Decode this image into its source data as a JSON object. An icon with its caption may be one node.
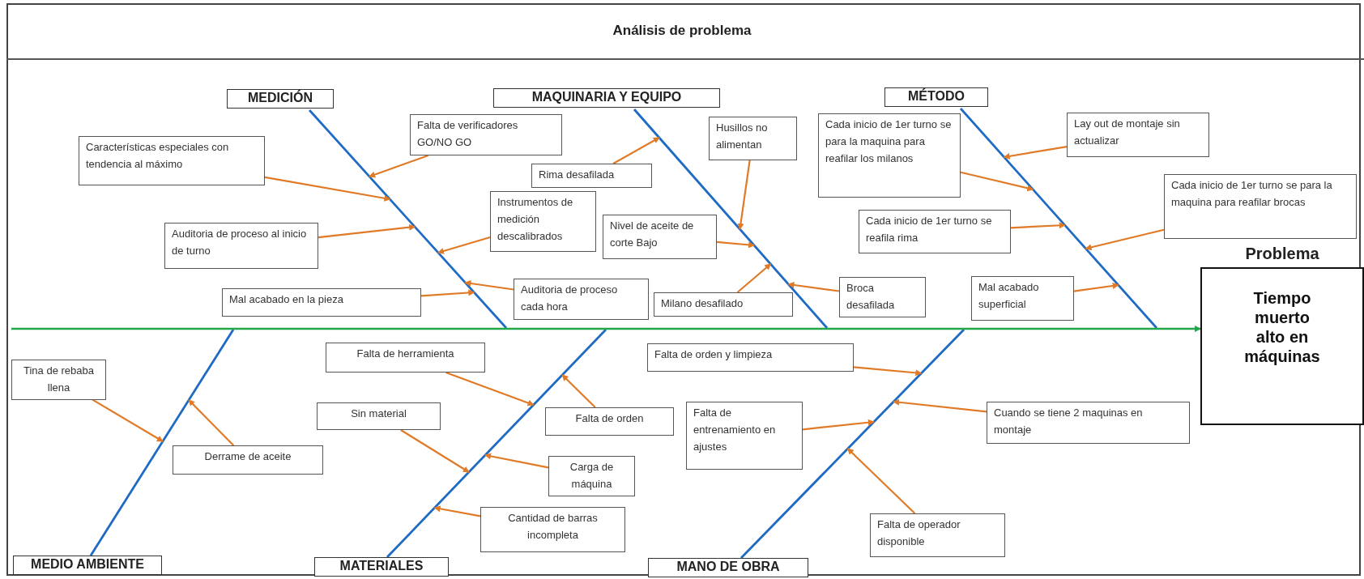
{
  "diagram": {
    "title": "Análisis de problema",
    "nodes": [
      {
        "text": [
          "MEDICIÓN"
        ]
      },
      {
        "text": [],
        "shape": "line"
      },
      {
        "text": [
          "Características especiales con tendencia al máximo"
        ]
      },
      {
        "text": [
          "Falta de verificadores GO/NO GO"
        ]
      },
      {
        "text": [
          "Auditoria de proceso al inicio de turno"
        ]
      },
      {
        "text": [
          "Instrumentos de medición descalibrados"
        ]
      },
      {
        "text": [
          "Mal acabado en la pieza"
        ]
      },
      {
        "text": [
          "Auditoria de proceso cada hora"
        ]
      },
      {
        "text": [
          "MAQUINARIA Y EQUIPO"
        ]
      },
      {
        "text": [],
        "shape": "line"
      },
      {
        "text": [
          "Rima desafilada"
        ]
      },
      {
        "text": [
          "Husillos no alimentan"
        ]
      },
      {
        "text": [
          "Nivel de aceite de corte Bajo"
        ]
      },
      {
        "text": [
          "Milano desafilado"
        ]
      },
      {
        "text": [
          "Broca desafilada"
        ]
      },
      {
        "text": [
          "MÉTODO"
        ]
      },
      {
        "text": [],
        "shape": "line"
      },
      {
        "text": [
          "Cada inicio de 1er turno se para la maquina para reafilar los milanos"
        ]
      },
      {
        "text": [
          "Lay out de montaje sin actualizar"
        ]
      },
      {
        "text": [
          "Cada inicio de 1er turno se reafila rima"
        ]
      },
      {
        "text": [
          "Cada inicio de 1er turno se para la maquina para reafilar brocas"
        ]
      },
      {
        "text": [
          "Mal acabado superficial"
        ]
      },
      {
        "text": [
          "Problema",
          "Tiempo muerto alto en máquinas"
        ]
      },
      {
        "text": [
          "Tina de rebaba llena"
        ]
      },
      {
        "text": [
          "Derrame de aceite"
        ]
      },
      {
        "text": [],
        "shape": "line"
      },
      {
        "text": [
          "MEDIO AMBIENTE"
        ]
      },
      {
        "text": [
          "Falta de herramienta"
        ]
      },
      {
        "text": [
          "Sin material"
        ]
      },
      {
        "text": [
          "Falta de orden"
        ]
      },
      {
        "text": [
          "Carga de máquina"
        ]
      },
      {
        "text": [
          "Cantidad de barras incompleta"
        ]
      },
      {
        "text": [],
        "shape": "line"
      },
      {
        "text": [
          "MATERIALES"
        ]
      },
      {
        "text": [
          "Falta de orden y limpieza"
        ]
      },
      {
        "text": [
          "Falta de entrenamiento en ajustes"
        ]
      },
      {
        "text": [
          "Cuando se tiene 2 maquinas en montaje"
        ]
      },
      {
        "text": [
          "Falta de operador disponible"
        ]
      },
      {
        "text": [],
        "shape": "line"
      },
      {
        "text": [
          "MANO DE OBRA"
        ]
      }
    ],
    "edges": [
      {
        "from": null,
        "to": 22,
        "arrow": "to",
        "color": "#22a84a"
      },
      {
        "from": 2,
        "to": 1,
        "arrow": "to"
      },
      {
        "from": 3,
        "to": 1,
        "arrow": "to"
      },
      {
        "from": 4,
        "to": 1,
        "arrow": "to"
      },
      {
        "from": 5,
        "to": 1,
        "arrow": "to"
      },
      {
        "from": 6,
        "to": 1,
        "arrow": "to"
      },
      {
        "from": 7,
        "to": 1,
        "arrow": "to"
      },
      {
        "from": 10,
        "to": 9,
        "arrow": "to"
      },
      {
        "from": 11,
        "to": 9,
        "arrow": "to"
      },
      {
        "from": 12,
        "to": 9,
        "arrow": "to"
      },
      {
        "from": 13,
        "to": 9,
        "arrow": "to"
      },
      {
        "from": 14,
        "to": 9,
        "arrow": "to"
      },
      {
        "from": 17,
        "to": 16,
        "arrow": "to"
      },
      {
        "from": 18,
        "to": 16,
        "arrow": "to"
      },
      {
        "from": 19,
        "to": 16,
        "arrow": "to"
      },
      {
        "from": 20,
        "to": 16,
        "arrow": "to"
      },
      {
        "from": 21,
        "to": 16,
        "arrow": "to"
      },
      {
        "from": 23,
        "to": 25,
        "arrow": "to"
      },
      {
        "from": 24,
        "to": 25,
        "arrow": "to"
      },
      {
        "from": 27,
        "to": 32,
        "arrow": "to"
      },
      {
        "from": 28,
        "to": 32,
        "arrow": "to"
      },
      {
        "from": 29,
        "to": 32,
        "arrow": "to"
      },
      {
        "from": 30,
        "to": 32,
        "arrow": "to"
      },
      {
        "from": 31,
        "to": 32,
        "arrow": "to"
      },
      {
        "from": 34,
        "to": 38,
        "arrow": "to"
      },
      {
        "from": 35,
        "to": 38,
        "arrow": "to"
      },
      {
        "from": 36,
        "to": 38,
        "arrow": "to"
      },
      {
        "from": 37,
        "to": 38,
        "arrow": "to"
      }
    ]
  }
}
